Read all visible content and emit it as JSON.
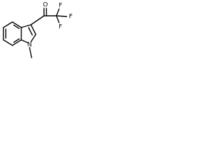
{
  "molecule": {
    "atom_labels": {
      "oxygen": "O",
      "fluorine_top": "F",
      "fluorine_right": "F",
      "fluorine_bottom": "F",
      "nitrogen": "N"
    },
    "colors": {
      "bond": "#000000",
      "background": "#ffffff"
    }
  }
}
